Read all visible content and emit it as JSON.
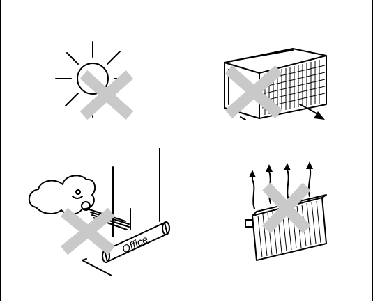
{
  "panels": [
    {
      "id": "sun",
      "icon": "sun-icon",
      "prohibited": true
    },
    {
      "id": "outdoor-unit",
      "icon": "outdoor-ac-unit-icon",
      "prohibited": true
    },
    {
      "id": "window-banner",
      "icon": "wind-window-icon",
      "prohibited": true,
      "banner_text": "Office"
    },
    {
      "id": "radiator",
      "icon": "radiator-heat-icon",
      "prohibited": true
    }
  ],
  "colors": {
    "line": "#000000",
    "cross": "#c9c9c9",
    "background": "#ffffff"
  }
}
